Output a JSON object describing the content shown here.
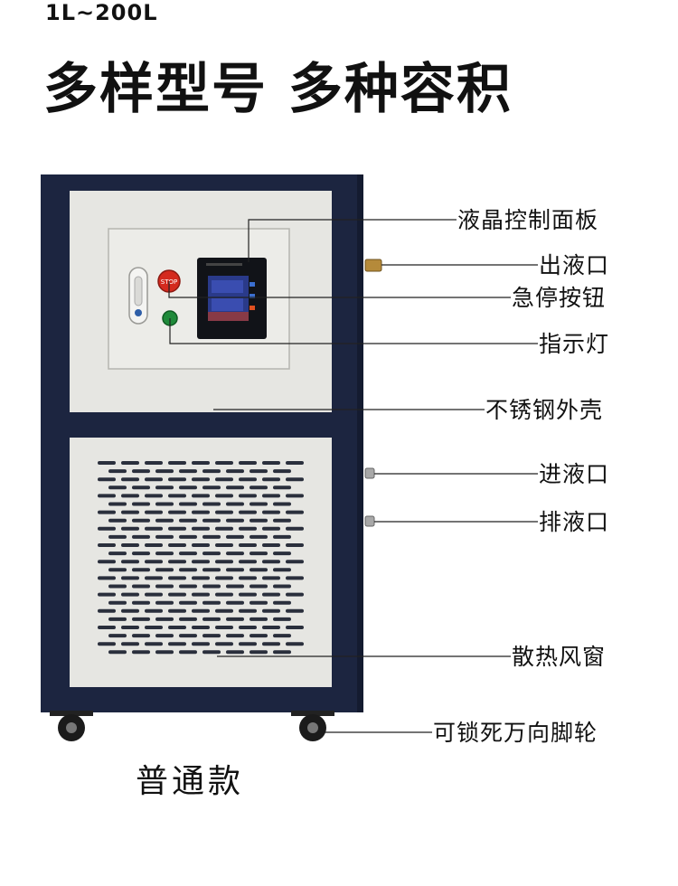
{
  "header": {
    "capacity_range": "1L~200L",
    "headline": "多样型号 多种容积"
  },
  "panel": {
    "stop_button_text": "STOP"
  },
  "callouts": [
    {
      "id": "lcd-panel",
      "label": "液晶控制面板"
    },
    {
      "id": "outlet",
      "label": "出液口"
    },
    {
      "id": "emergency-stop",
      "label": "急停按钮"
    },
    {
      "id": "indicator-light",
      "label": "指示灯"
    },
    {
      "id": "stainless-shell",
      "label": "不锈钢外壳"
    },
    {
      "id": "inlet",
      "label": "进液口"
    },
    {
      "id": "drain",
      "label": "排液口"
    },
    {
      "id": "vent",
      "label": "散热风窗"
    },
    {
      "id": "casters",
      "label": "可锁死万向脚轮"
    }
  ],
  "footer": {
    "model_name": "普通款"
  },
  "colors": {
    "frame": "#1c2540",
    "panel": "#e6e6e2",
    "vent_slot": "#2a2f3c",
    "stop_red": "#d42a1e",
    "indicator_green": "#1f8a3a"
  }
}
